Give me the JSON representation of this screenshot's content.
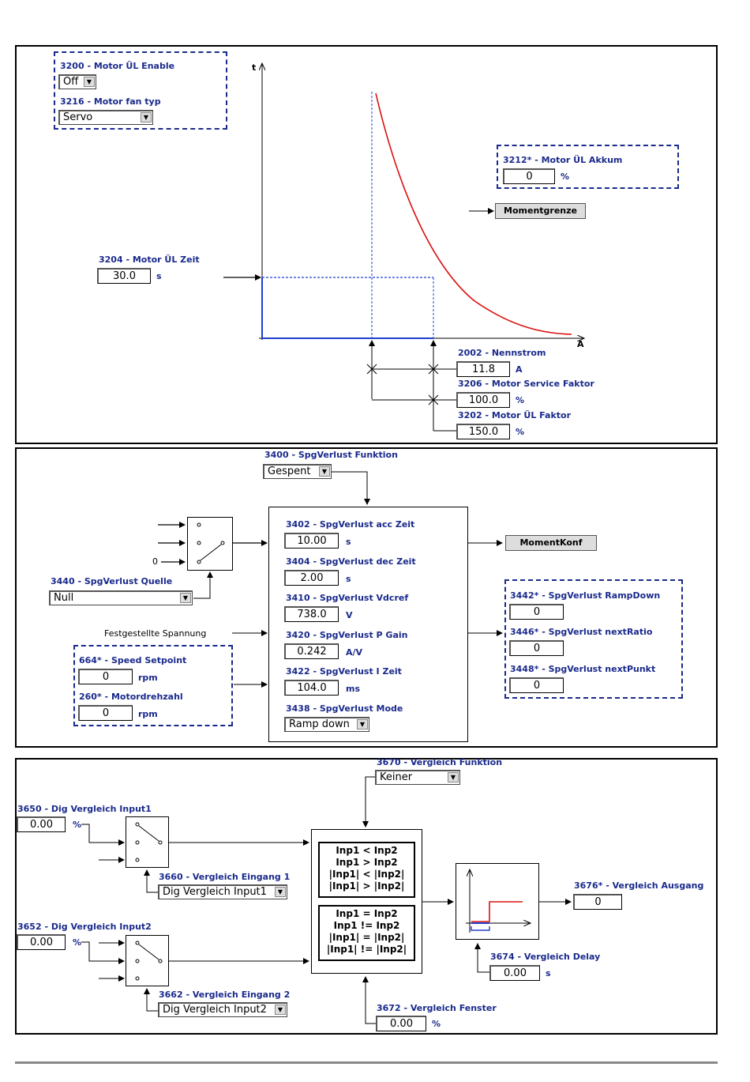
{
  "panel1": {
    "motor_ul_enable": {
      "label": "3200 - Motor ÜL Enable",
      "value": "Off"
    },
    "motor_fan_typ": {
      "label": "3216 - Motor fan typ",
      "value": "Servo"
    },
    "motor_ul_akkum": {
      "label": "3212* - Motor ÜL Akkum",
      "value": "0",
      "unit": "%"
    },
    "momentgrenze_button": "Momentgrenze",
    "motor_ul_zeit": {
      "label": "3204 - Motor ÜL Zeit",
      "value": "30.0",
      "unit": "s"
    },
    "nennstrom": {
      "label": "2002 - Nennstrom",
      "value": "11.8",
      "unit": "A"
    },
    "service_faktor": {
      "label": "3206 - Motor Service Faktor",
      "value": "100.0",
      "unit": "%"
    },
    "ul_faktor": {
      "label": "3202 - Motor ÜL Faktor",
      "value": "150.0",
      "unit": "%"
    },
    "axis_t": "t",
    "axis_a": "A"
  },
  "panel2": {
    "funktion": {
      "label": "3400 - SpgVerlust  Funktion",
      "value": "Gespent"
    },
    "acc_zeit": {
      "label": "3402 - SpgVerlust acc Zeit",
      "value": "10.00",
      "unit": "s"
    },
    "dec_zeit": {
      "label": "3404 - SpgVerlust dec Zeit",
      "value": "2.00",
      "unit": "s"
    },
    "vdcref": {
      "label": "3410 - SpgVerlust Vdcref",
      "value": "738.0",
      "unit": "V"
    },
    "p_gain": {
      "label": "3420 - SpgVerlust P Gain",
      "value": "0.242",
      "unit": "A/V"
    },
    "i_zeit": {
      "label": "3422 - SpgVerlust I Zeit",
      "value": "104.0",
      "unit": "ms"
    },
    "mode": {
      "label": "3438 - SpgVerlust Mode",
      "value": "Ramp down"
    },
    "quelle": {
      "label": "3440 - SpgVerlust Quelle",
      "value": "Null"
    },
    "switch_zero": "0",
    "festgestellte": "Festgestellte Spannung",
    "speed_setpoint": {
      "label": "664* - Speed Setpoint",
      "value": "0",
      "unit": "rpm"
    },
    "motordrehzahl": {
      "label": "260* - Motordrehzahl",
      "value": "0",
      "unit": "rpm"
    },
    "momentkonf_button": "MomentKonf",
    "rampdown": {
      "label": "3442* - SpgVerlust RampDown",
      "value": "0"
    },
    "nextratio": {
      "label": "3446* - SpgVerlust nextRatio",
      "value": "0"
    },
    "nextpunkt": {
      "label": "3448* - SpgVerlust nextPunkt",
      "value": "0"
    }
  },
  "panel3": {
    "vergleich_funktion": {
      "label": "3670 - Vergleich Funktion",
      "value": "Keiner"
    },
    "input1": {
      "label": "3650 - Dig Vergleich Input1",
      "value": "0.00",
      "unit": "%"
    },
    "eingang1": {
      "label": "3660 - Vergleich Eingang 1",
      "value": "Dig Vergleich Input1"
    },
    "input2": {
      "label": "3652 - Dig Vergleich Input2",
      "value": "0.00",
      "unit": "%"
    },
    "eingang2": {
      "label": "3662 - Vergleich Eingang 2",
      "value": "Dig Vergleich Input2"
    },
    "cmp_group1": [
      "Inp1 < Inp2",
      "Inp1 > Inp2",
      "|Inp1| < |Inp2|",
      "|Inp1| > |Inp2|"
    ],
    "cmp_group2": [
      "Inp1 = Inp2",
      "Inp1 != Inp2",
      "|Inp1| = |Inp2|",
      "|Inp1| != |Inp2|"
    ],
    "delay": {
      "label": "3674 - Vergleich Delay",
      "value": "0.00",
      "unit": "s"
    },
    "fenster": {
      "label": "3672 - Vergleich Fenster",
      "value": "0.00",
      "unit": "%"
    },
    "ausgang": {
      "label": "3676* - Vergleich Ausgang",
      "value": "0"
    }
  },
  "colors": {
    "label_blue": "#1a2a8c",
    "curve_red": "#dd1111",
    "line_blue": "#1f3fd0"
  }
}
